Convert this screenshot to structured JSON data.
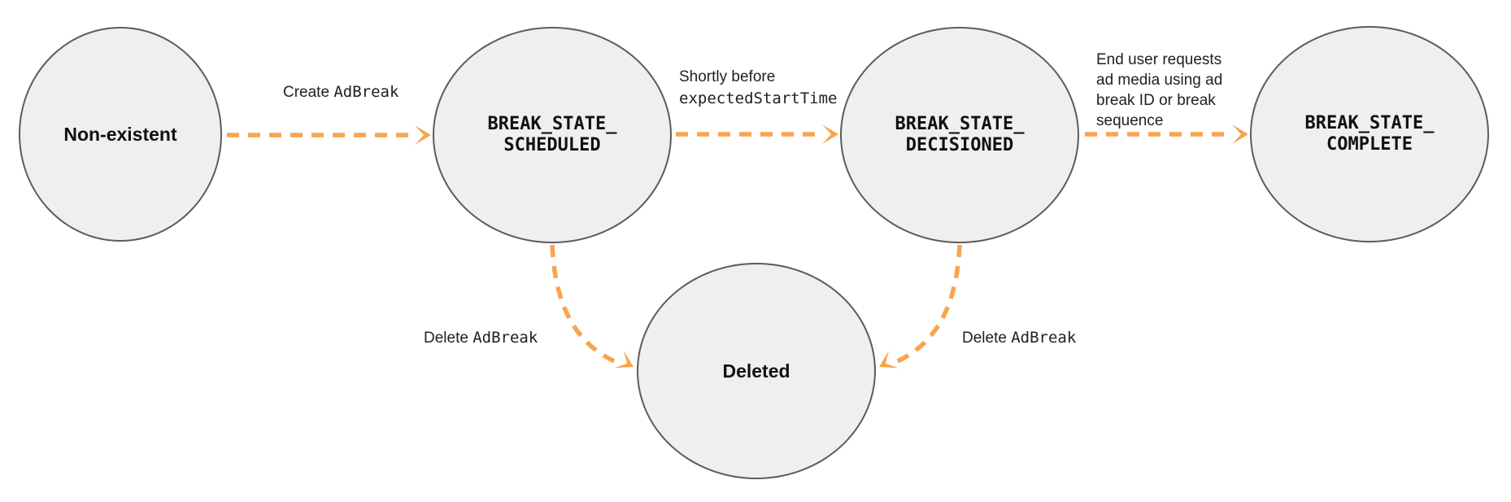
{
  "diagram": {
    "nodes": [
      {
        "id": "non-existent",
        "label": "Non-existent",
        "font": "sans"
      },
      {
        "id": "scheduled",
        "label": "BREAK_STATE_\nSCHEDULED",
        "font": "mono"
      },
      {
        "id": "decisioned",
        "label": "BREAK_STATE_\nDECISIONED",
        "font": "mono"
      },
      {
        "id": "complete",
        "label": "BREAK_STATE_\nCOMPLETE",
        "font": "mono"
      },
      {
        "id": "deleted",
        "label": "Deleted",
        "font": "sans"
      }
    ],
    "edges": [
      {
        "from": "non-existent",
        "to": "scheduled",
        "label_text": "Create ",
        "label_code": "AdBreak"
      },
      {
        "from": "scheduled",
        "to": "decisioned",
        "label_text": "Shortly before",
        "label_code": "expectedStartTime"
      },
      {
        "from": "decisioned",
        "to": "complete",
        "label_text": "End user requests\nad media using ad\nbreak ID or break\nsequence",
        "label_code": ""
      },
      {
        "from": "scheduled",
        "to": "deleted",
        "label_text": "Delete ",
        "label_code": "AdBreak"
      },
      {
        "from": "decisioned",
        "to": "deleted",
        "label_text": "Delete ",
        "label_code": "AdBreak"
      }
    ],
    "colors": {
      "arrow": "#F9A44E",
      "node_fill": "#EFEFEF",
      "node_border": "#5A5C5E",
      "text": "#202124"
    }
  }
}
